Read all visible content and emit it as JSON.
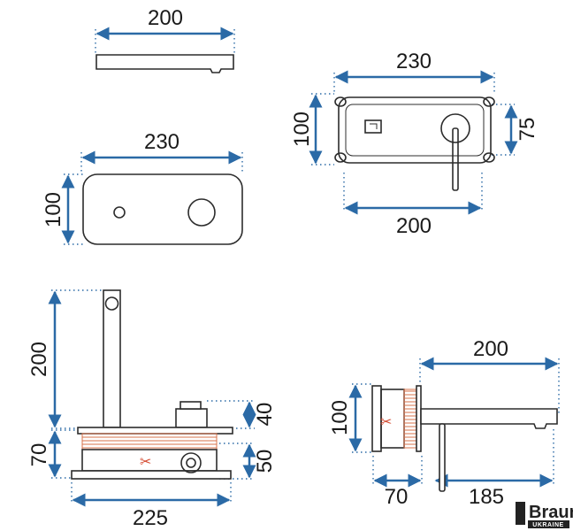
{
  "views": {
    "top_profile": {
      "width_label": "200"
    },
    "front_plate": {
      "width_label": "230",
      "height_label": "100"
    },
    "backbox_front": {
      "width_top_label": "230",
      "height_label": "100",
      "inner_height_label": "75",
      "width_bottom_label": "200"
    },
    "side_assembly": {
      "spout_label": "200",
      "upper_label": "40",
      "box_label": "70",
      "lower_label": "50",
      "width_label": "225"
    },
    "side_section": {
      "projection_label": "200",
      "height_label": "100",
      "depth_label": "70",
      "spout_length_label": "185"
    }
  },
  "brand": {
    "name": "Brauni",
    "sub": "UKRAINE"
  },
  "colors": {
    "dimension": "#2b6aa6",
    "outline": "#2c2c2c",
    "accent": "#d7714a"
  }
}
